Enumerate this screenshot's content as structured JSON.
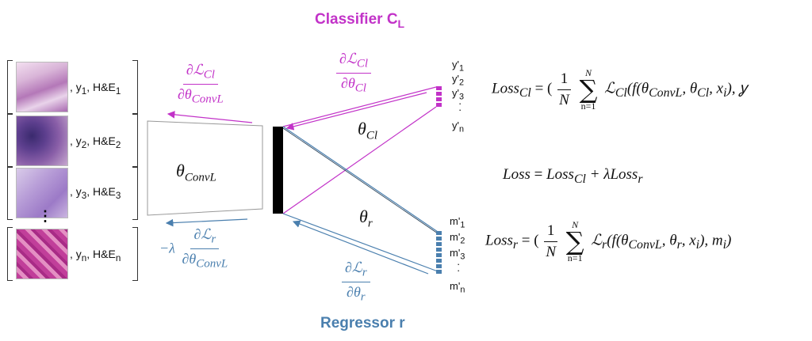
{
  "titles": {
    "classifier": "Classifier C",
    "classifier_sub": "L",
    "regressor": "Regressor r"
  },
  "images": [
    {
      "y": "y",
      "y_sub": "1",
      "he": "H&E",
      "he_sub": "1"
    },
    {
      "y": "y",
      "y_sub": "2",
      "he": "H&E",
      "he_sub": "2"
    },
    {
      "y": "y",
      "y_sub": "3",
      "he": "H&E",
      "he_sub": "3"
    },
    {
      "y": "y",
      "y_sub": "n",
      "he": "H&E",
      "he_sub": "n"
    }
  ],
  "ellipsis": "⋮",
  "conv_box": {
    "theta": "θ",
    "sub": "ConvL"
  },
  "gradients": {
    "cl_conv": {
      "num": "∂ℒ",
      "num_sub": "Cl",
      "den": "∂θ",
      "den_sub": "ConvL"
    },
    "cl_head": {
      "num": "∂ℒ",
      "num_sub": "Cl",
      "den": "∂θ",
      "den_sub": "Cl"
    },
    "r_conv": {
      "prefix": "−λ",
      "num": "∂ℒ",
      "num_sub": "r",
      "den": "∂θ",
      "den_sub": "ConvL"
    },
    "r_head": {
      "num": "∂ℒ",
      "num_sub": "r",
      "den": "∂θ",
      "den_sub": "r"
    }
  },
  "heads": {
    "theta_cl": {
      "theta": "θ",
      "sub": "Cl"
    },
    "theta_r": {
      "theta": "θ",
      "sub": "r"
    }
  },
  "outputs_y": [
    {
      "base": "y'",
      "sub": "1"
    },
    {
      "base": "y'",
      "sub": "2"
    },
    {
      "base": "y'",
      "sub": "3"
    },
    {
      "base": "·",
      "sub": ""
    },
    {
      "base": "y'",
      "sub": "n"
    }
  ],
  "outputs_m": [
    {
      "base": "m'",
      "sub": "1"
    },
    {
      "base": "m'",
      "sub": "2"
    },
    {
      "base": "m'",
      "sub": "3"
    },
    {
      "base": "·",
      "sub": ""
    },
    {
      "base": "m'",
      "sub": "n"
    }
  ],
  "equations": {
    "loss_cl": {
      "lhs": "Loss",
      "lhs_sub": "Cl",
      "eq": "= (",
      "frac_num": "1",
      "frac_den": "N",
      "sum_top": "N",
      "sum_bot": "n=1",
      "term": "ℒ",
      "term_sub": "Cl",
      "body": "(f(θ",
      "args": [
        {
          "t": "ConvL"
        },
        {
          "t": "Cl"
        }
      ],
      "tail": ", x",
      "tail_sub": "i",
      "end": "), ỿ"
    },
    "loss_total": {
      "text_a": "Loss",
      "eq": " = ",
      "text_b": "Loss",
      "sub_b": "Cl",
      "plus": " + λLoss",
      "sub_c": "r"
    },
    "loss_r": {
      "lhs": "Loss",
      "lhs_sub": "r",
      "eq": "= (",
      "frac_num": "1",
      "frac_den": "N",
      "sum_top": "N",
      "sum_bot": "n=1",
      "term": "ℒ",
      "term_sub": "r",
      "body": "(f(θ",
      "args": [
        {
          "t": "ConvL"
        },
        {
          "t": "r"
        }
      ],
      "tail": ", x",
      "tail_sub": "i",
      "end": "), m",
      "end_sub": "i",
      "close": ")"
    }
  },
  "colors": {
    "magenta": "#c232c8",
    "blue": "#4a7fae",
    "black": "#111111",
    "output_blocks_cl": "#c232c8",
    "output_blocks_r": "#4a7fae"
  }
}
